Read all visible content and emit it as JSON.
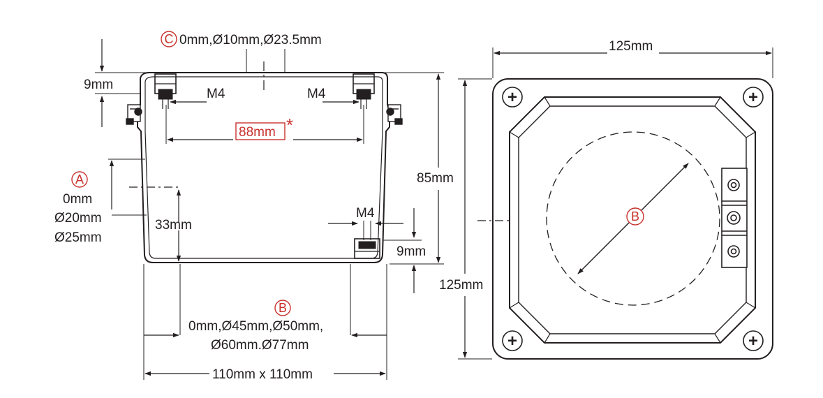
{
  "colors": {
    "line": "#231f20",
    "accent": "#c8322d",
    "background": "#ffffff"
  },
  "side_view": {
    "label_c": "C",
    "c_values": "0mm,Ø10mm,Ø23.5mm",
    "top_gap": "9mm",
    "thread_left": "M4",
    "thread_right": "M4",
    "spacing": "88mm",
    "spacing_mark": "*",
    "label_a": "A",
    "a_values": [
      "0mm",
      "Ø20mm",
      "Ø25mm"
    ],
    "offset": "33mm",
    "height": "85mm",
    "thread_bottom": "M4",
    "bottom_gap": "9mm",
    "label_b": "B",
    "b_values": [
      "0mm,Ø45mm,Ø50mm,",
      "Ø60mm.Ø77mm"
    ],
    "footprint": "110mm x 110mm"
  },
  "front_view": {
    "width": "125mm",
    "height": "125mm",
    "label_b": "B",
    "screw_glyph": "+"
  }
}
